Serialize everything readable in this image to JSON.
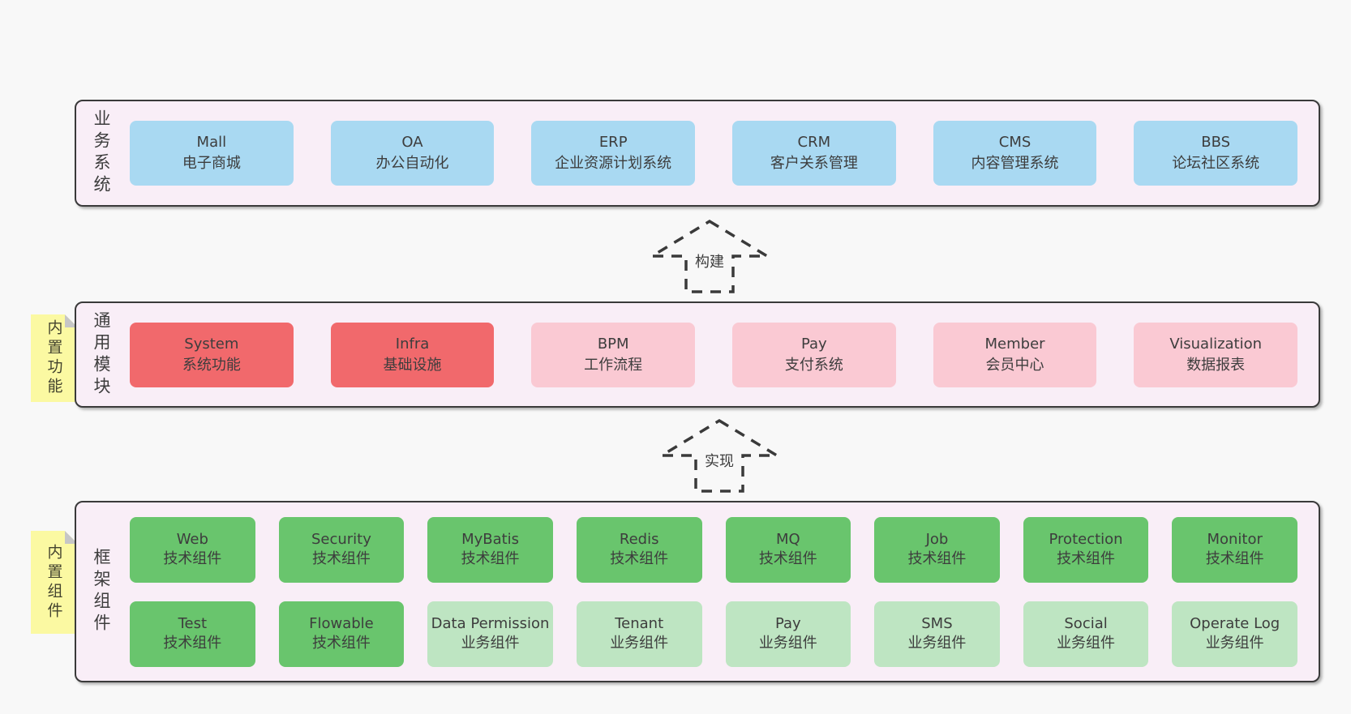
{
  "palette": {
    "page_background": "#f8f8f8",
    "band_background": "#f9eef7",
    "band_border": "#3a3a3a",
    "business_box": "#a9d9f2",
    "core_module_box": "#f1696c",
    "optional_module_box": "#fac9d3",
    "tech_component_box": "#69c56d",
    "biz_component_box": "#bee5c2",
    "sticky_note": "#fbf9a2",
    "text": "#3d3d3d"
  },
  "band_business": {
    "label": "业务系统",
    "boxes": [
      {
        "name": "Mall",
        "desc": "电子商城"
      },
      {
        "name": "OA",
        "desc": "办公自动化"
      },
      {
        "name": "ERP",
        "desc": "企业资源计划系统"
      },
      {
        "name": "CRM",
        "desc": "客户关系管理"
      },
      {
        "name": "CMS",
        "desc": "内容管理系统"
      },
      {
        "name": "BBS",
        "desc": "论坛社区系统"
      }
    ]
  },
  "arrow_build": {
    "label": "构建"
  },
  "band_modules": {
    "label": "通用模块",
    "note": "内置功能",
    "boxes": [
      {
        "name": "System",
        "desc": "系统功能",
        "variant": "red"
      },
      {
        "name": "Infra",
        "desc": "基础设施",
        "variant": "red"
      },
      {
        "name": "BPM",
        "desc": "工作流程",
        "variant": "pink"
      },
      {
        "name": "Pay",
        "desc": "支付系统",
        "variant": "pink"
      },
      {
        "name": "Member",
        "desc": "会员中心",
        "variant": "pink"
      },
      {
        "name": "Visualization",
        "desc": "数据报表",
        "variant": "pink"
      }
    ]
  },
  "arrow_implement": {
    "label": "实现"
  },
  "band_components": {
    "label": "框架组件",
    "note": "内置组件",
    "row1": [
      {
        "name": "Web",
        "desc": "技术组件",
        "variant": "green"
      },
      {
        "name": "Security",
        "desc": "技术组件",
        "variant": "green"
      },
      {
        "name": "MyBatis",
        "desc": "技术组件",
        "variant": "green"
      },
      {
        "name": "Redis",
        "desc": "技术组件",
        "variant": "green"
      },
      {
        "name": "MQ",
        "desc": "技术组件",
        "variant": "green"
      },
      {
        "name": "Job",
        "desc": "技术组件",
        "variant": "green"
      },
      {
        "name": "Protection",
        "desc": "技术组件",
        "variant": "green"
      },
      {
        "name": "Monitor",
        "desc": "技术组件",
        "variant": "green"
      }
    ],
    "row2": [
      {
        "name": "Test",
        "desc": "技术组件",
        "variant": "green"
      },
      {
        "name": "Flowable",
        "desc": "技术组件",
        "variant": "green"
      },
      {
        "name": "Data Permission",
        "desc": "业务组件",
        "variant": "lightgreen"
      },
      {
        "name": "Tenant",
        "desc": "业务组件",
        "variant": "lightgreen"
      },
      {
        "name": "Pay",
        "desc": "业务组件",
        "variant": "lightgreen"
      },
      {
        "name": "SMS",
        "desc": "业务组件",
        "variant": "lightgreen"
      },
      {
        "name": "Social",
        "desc": "业务组件",
        "variant": "lightgreen"
      },
      {
        "name": "Operate Log",
        "desc": "业务组件",
        "variant": "lightgreen"
      }
    ]
  }
}
